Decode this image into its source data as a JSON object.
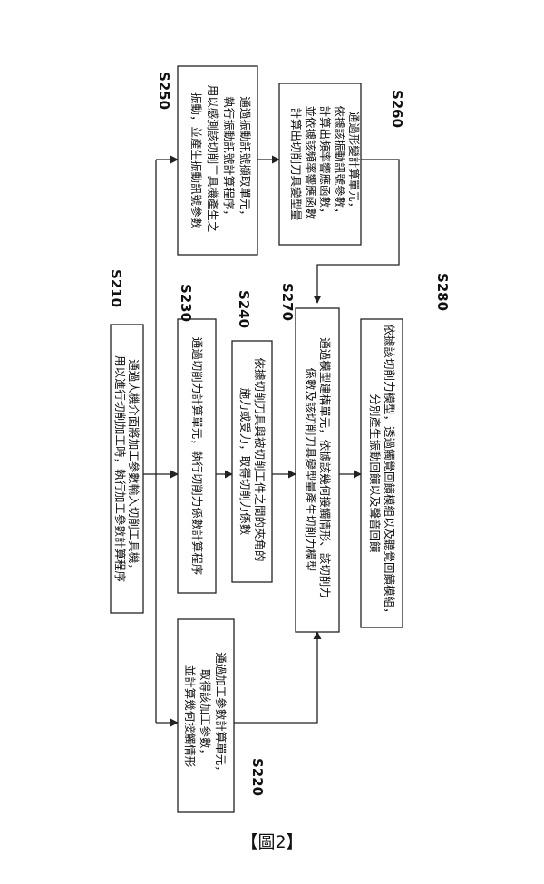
{
  "steps": {
    "s210": {
      "label": "S210",
      "lines": [
        "通過人機介面將加工參數輸入切削工具機，",
        "用以進行切削加工時，執行加工參數計算程序"
      ]
    },
    "s220": {
      "label": "S220",
      "lines": [
        "通過加工參數計算單元，",
        "取得該加工參數，",
        "並計算幾何接觸情形"
      ]
    },
    "s230": {
      "label": "S230",
      "lines": [
        "通過切削力計算單元，執行切削力係數計算程序"
      ]
    },
    "s240": {
      "label": "S240",
      "lines": [
        "依據切削刀具與被切削工件之間的夾角的",
        "施力或受力，取得切削力係數"
      ]
    },
    "s250": {
      "label": "S250",
      "lines": [
        "通過振動訊號擷取單元，",
        "執行振動訊號計算程序，",
        "用以感測該切削工具機產生之",
        "振動，並產生振動訊號參數"
      ]
    },
    "s260": {
      "label": "S260",
      "lines": [
        "通過形變計算單元，",
        "依據該振動訊號參數，",
        "計算出頻率響應函數，",
        "並依據該頻率響應函數",
        "計算出切削刀具變型量"
      ]
    },
    "s270": {
      "label": "S270",
      "lines": [
        "通過模型建構單元，依據該幾何接觸情形、該切削力",
        "係數及該切削刀具變型量產生切削力模型"
      ]
    },
    "s280": {
      "label": "S280",
      "lines": [
        "依據該切削力模型，透過觸覺回饋模組以及聽覺回饋模組，",
        "分別產生振動回饋以及聲音回饋"
      ]
    }
  },
  "caption": "【圖2】"
}
